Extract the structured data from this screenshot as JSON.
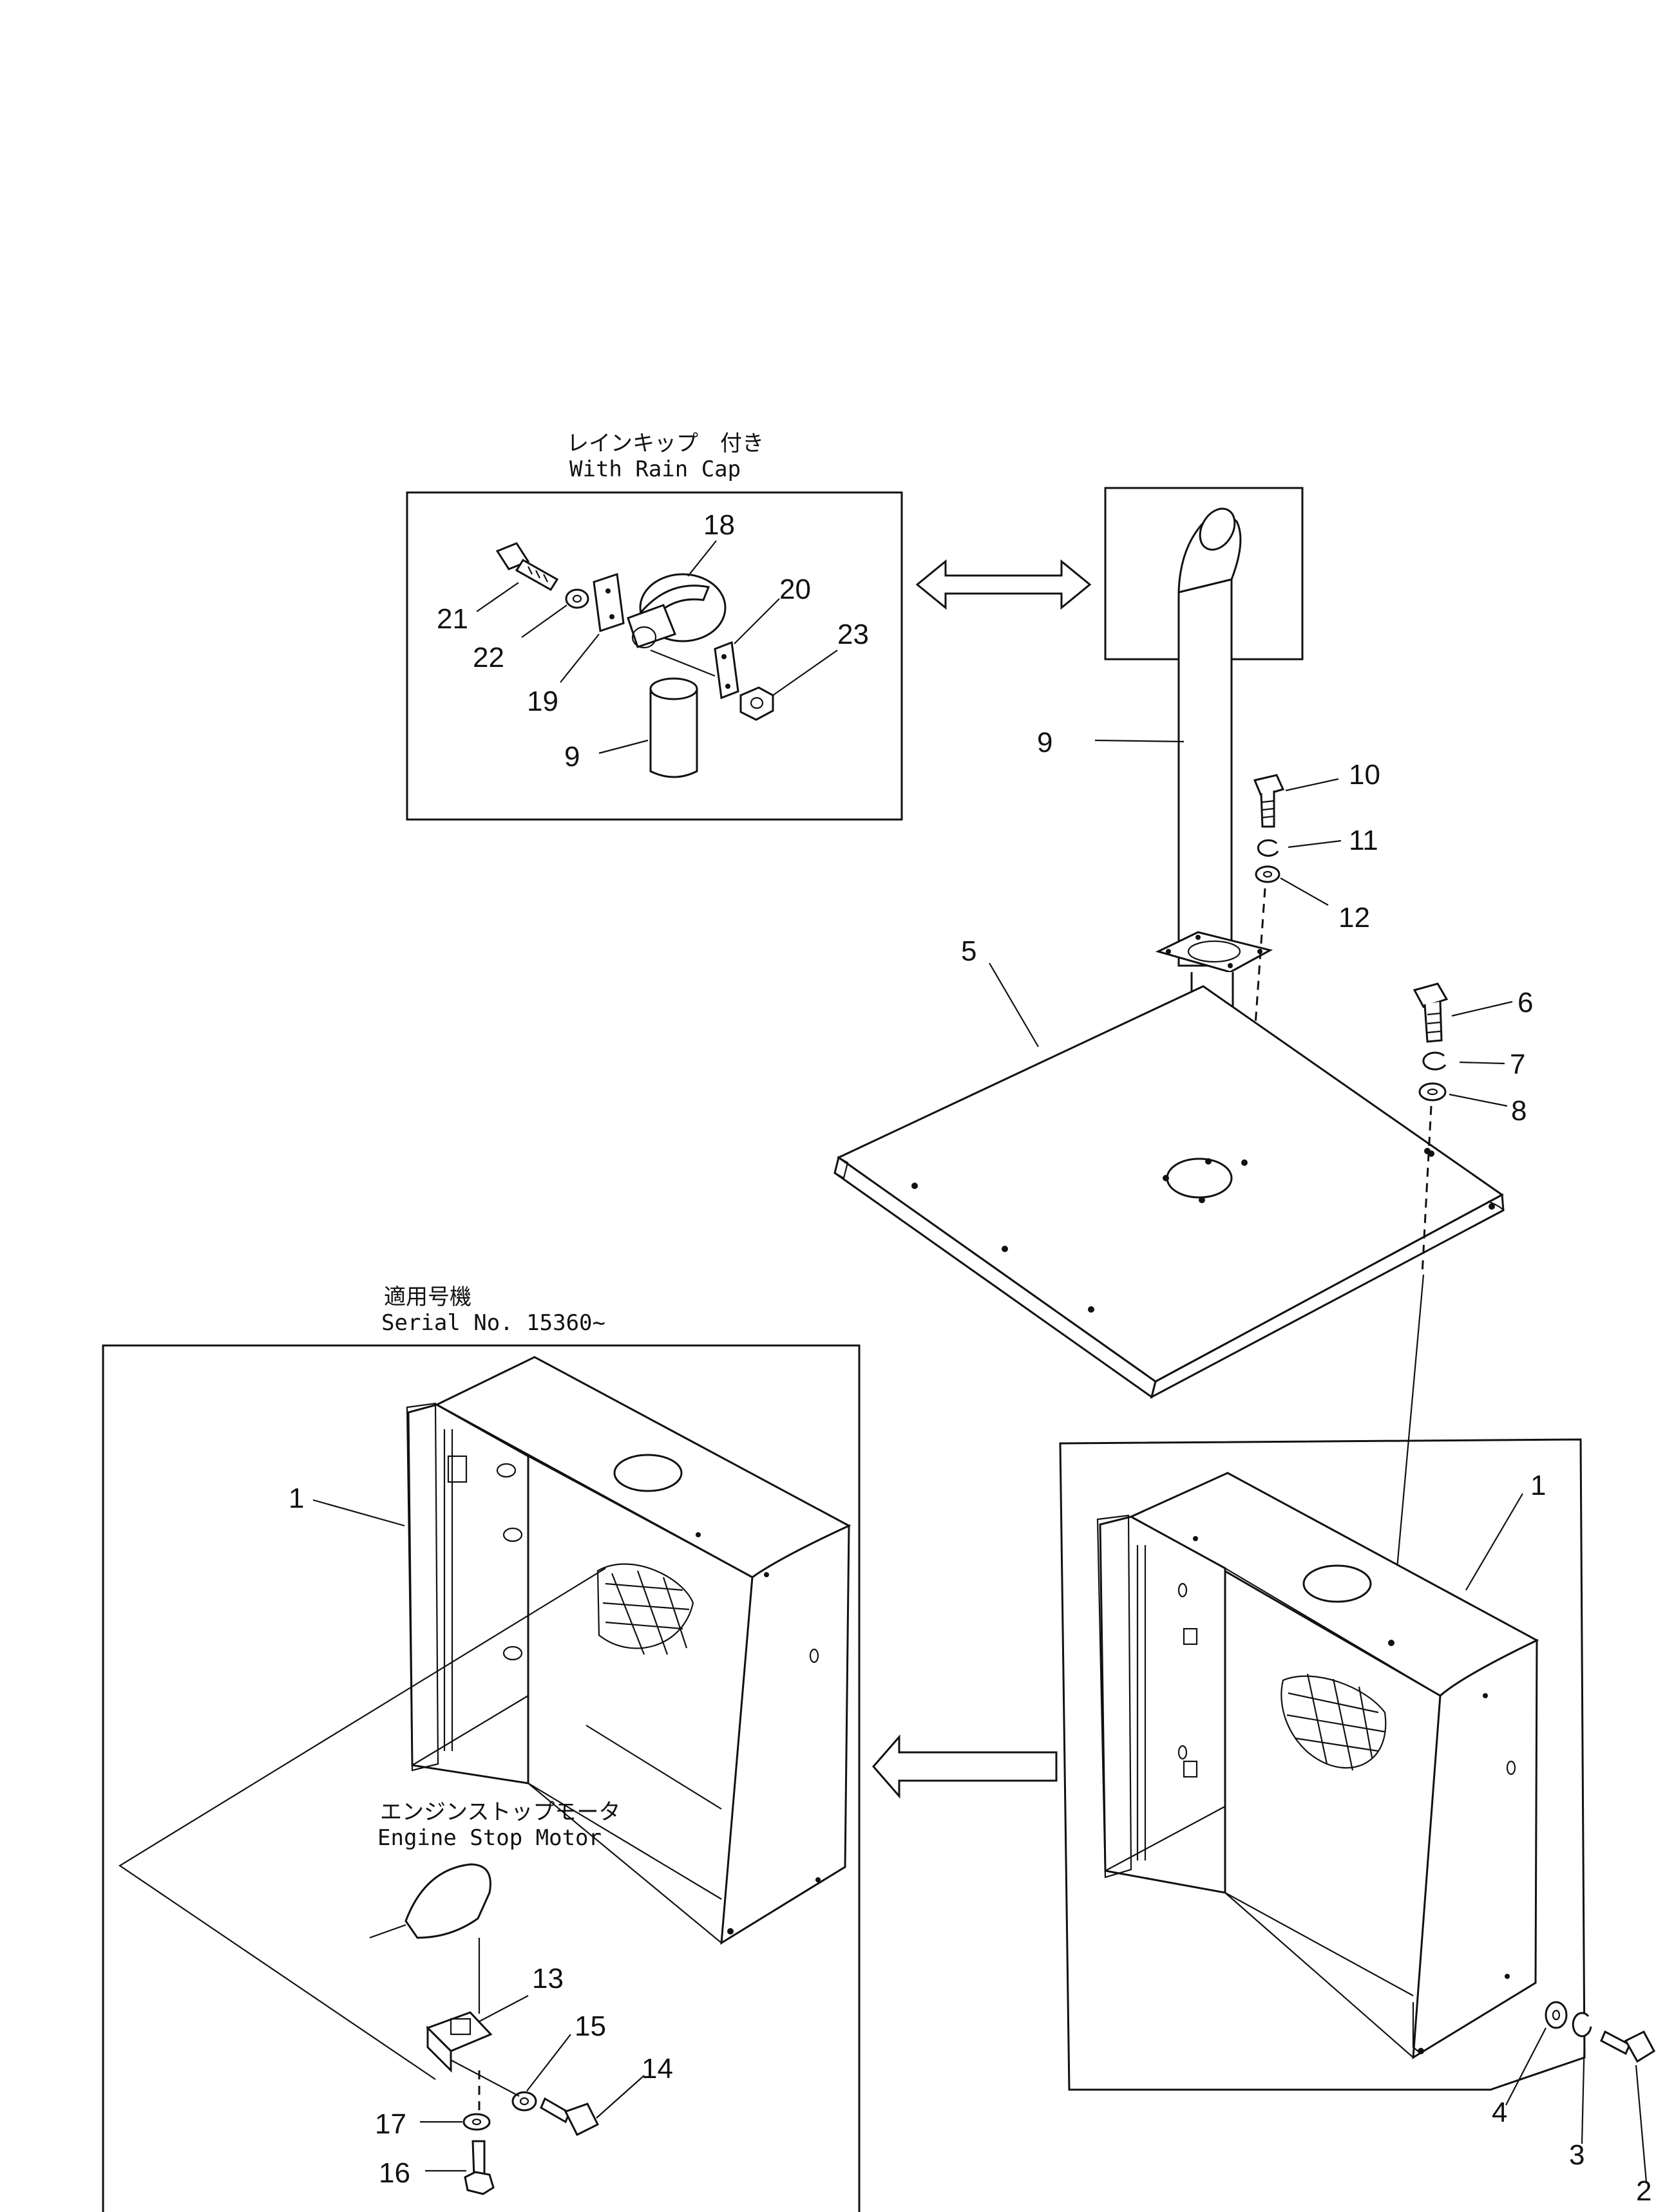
{
  "captions": {
    "rain_cap_jp": "レインキップ　付き",
    "rain_cap_en": "With Rain Cap",
    "serial_jp": "適用号機",
    "serial_en": "Serial No. 15360~",
    "engine_stop_jp": "エンジンストップモータ",
    "engine_stop_en": "Engine Stop Motor"
  },
  "callouts": {
    "c1a": "1",
    "c1b": "1",
    "c2": "2",
    "c3": "3",
    "c4": "4",
    "c5": "5",
    "c6": "6",
    "c7": "7",
    "c8": "8",
    "c9a": "9",
    "c9b": "9",
    "c10": "10",
    "c11": "11",
    "c12": "12",
    "c13": "13",
    "c14": "14",
    "c15": "15",
    "c16": "16",
    "c17": "17",
    "c18": "18",
    "c19": "19",
    "c20": "20",
    "c21": "21",
    "c22": "22",
    "c23": "23"
  }
}
